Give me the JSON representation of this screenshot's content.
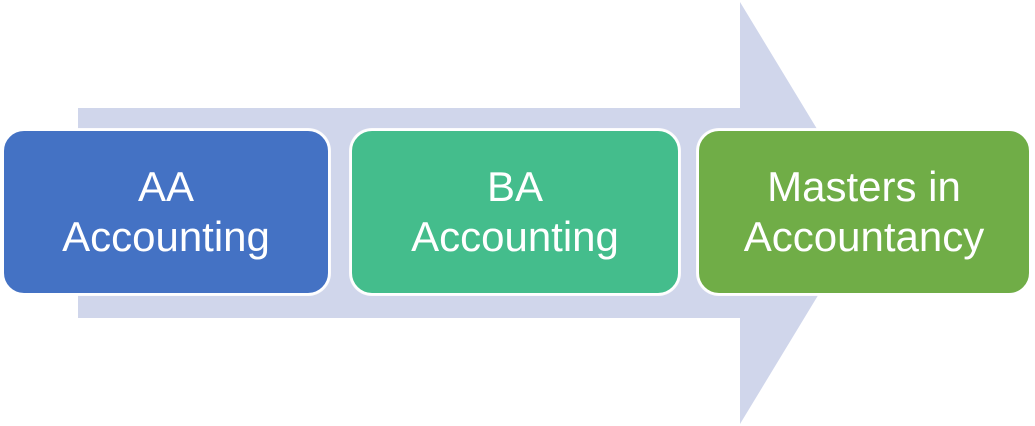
{
  "colors": {
    "arrow": "#d0d6eb",
    "step_1": "#4472c4",
    "step_2": "#44bd8c",
    "step_3": "#70ad47",
    "text": "#ffffff"
  },
  "steps": [
    {
      "line_1": "AA",
      "line_2": "Accounting"
    },
    {
      "line_1": "BA",
      "line_2": "Accounting"
    },
    {
      "line_1": "Masters in",
      "line_2": "Accountancy"
    }
  ]
}
